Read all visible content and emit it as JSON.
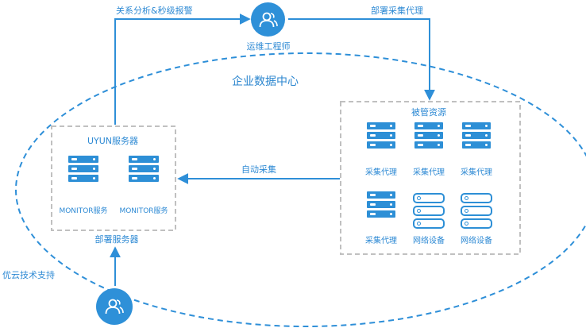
{
  "top_edge_label": "关系分析&秒级报警",
  "top_person_label": "运维工程师",
  "deploy_agent_label": "部署采集代理",
  "enterprise_dc_label": "企业数据中心",
  "uyun_server": {
    "title": "UYUN服务器",
    "servers": [
      {
        "label": "MONITOR服务"
      },
      {
        "label": "MONITOR服务"
      }
    ],
    "footer": "部署服务器"
  },
  "managed_resources": {
    "title": "被管资源",
    "items": [
      {
        "label": "采集代理",
        "kind": "server"
      },
      {
        "label": "采集代理",
        "kind": "server"
      },
      {
        "label": "采集代理",
        "kind": "server"
      },
      {
        "label": "采集代理",
        "kind": "server"
      },
      {
        "label": "网络设备",
        "kind": "network"
      },
      {
        "label": "网络设备",
        "kind": "network"
      }
    ]
  },
  "auto_collect_label": "自动采集",
  "support_label": "优云技术支持",
  "colors": {
    "primary": "#2e8fd8",
    "dashed_box": "#bfbfbf"
  },
  "icons": {
    "person": "users-icon",
    "server": "server-icon",
    "network": "network-device-icon"
  }
}
